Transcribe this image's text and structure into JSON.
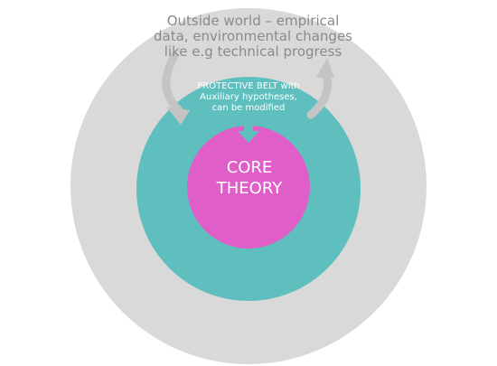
{
  "outer": {
    "lines": [
      "Outside world – empirical",
      "data, environmental changes",
      "like e.g technical progress"
    ]
  },
  "belt": {
    "lines": [
      "PROTECTIVE BELT with",
      "Auxiliary hypotheses,",
      "can be modified"
    ]
  },
  "core": {
    "lines": [
      "CORE",
      "THEORY"
    ]
  },
  "colors": {
    "outer": "#d9d9d9",
    "belt": "#5fbfbf",
    "core": "#e05ec8",
    "arrow": "#c4c4c4",
    "outer_text": "#8a8a8a",
    "inner_text": "#ffffff"
  },
  "icons": {
    "left_arrow": "curved-arrow-down-icon",
    "right_arrow": "curved-arrow-up-icon",
    "center_arrow": "arrow-down-icon"
  }
}
